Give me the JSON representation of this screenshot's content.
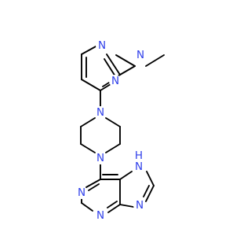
{
  "structure": {
    "atoms": {
      "n_dimethylamine": "N",
      "n_pyrimidine_1": "N",
      "n_pyrimidine_3": "N",
      "n_piperazine_top": "N",
      "n_piperazine_bottom": "N",
      "n_purine_7h": "H",
      "n_purine_7": "N",
      "n_purine_1": "N",
      "n_purine_3": "N",
      "n_purine_9": "N"
    },
    "colors": {
      "bond": "#000000",
      "nitrogen": "#2e3eea",
      "background": "#ffffff"
    }
  }
}
